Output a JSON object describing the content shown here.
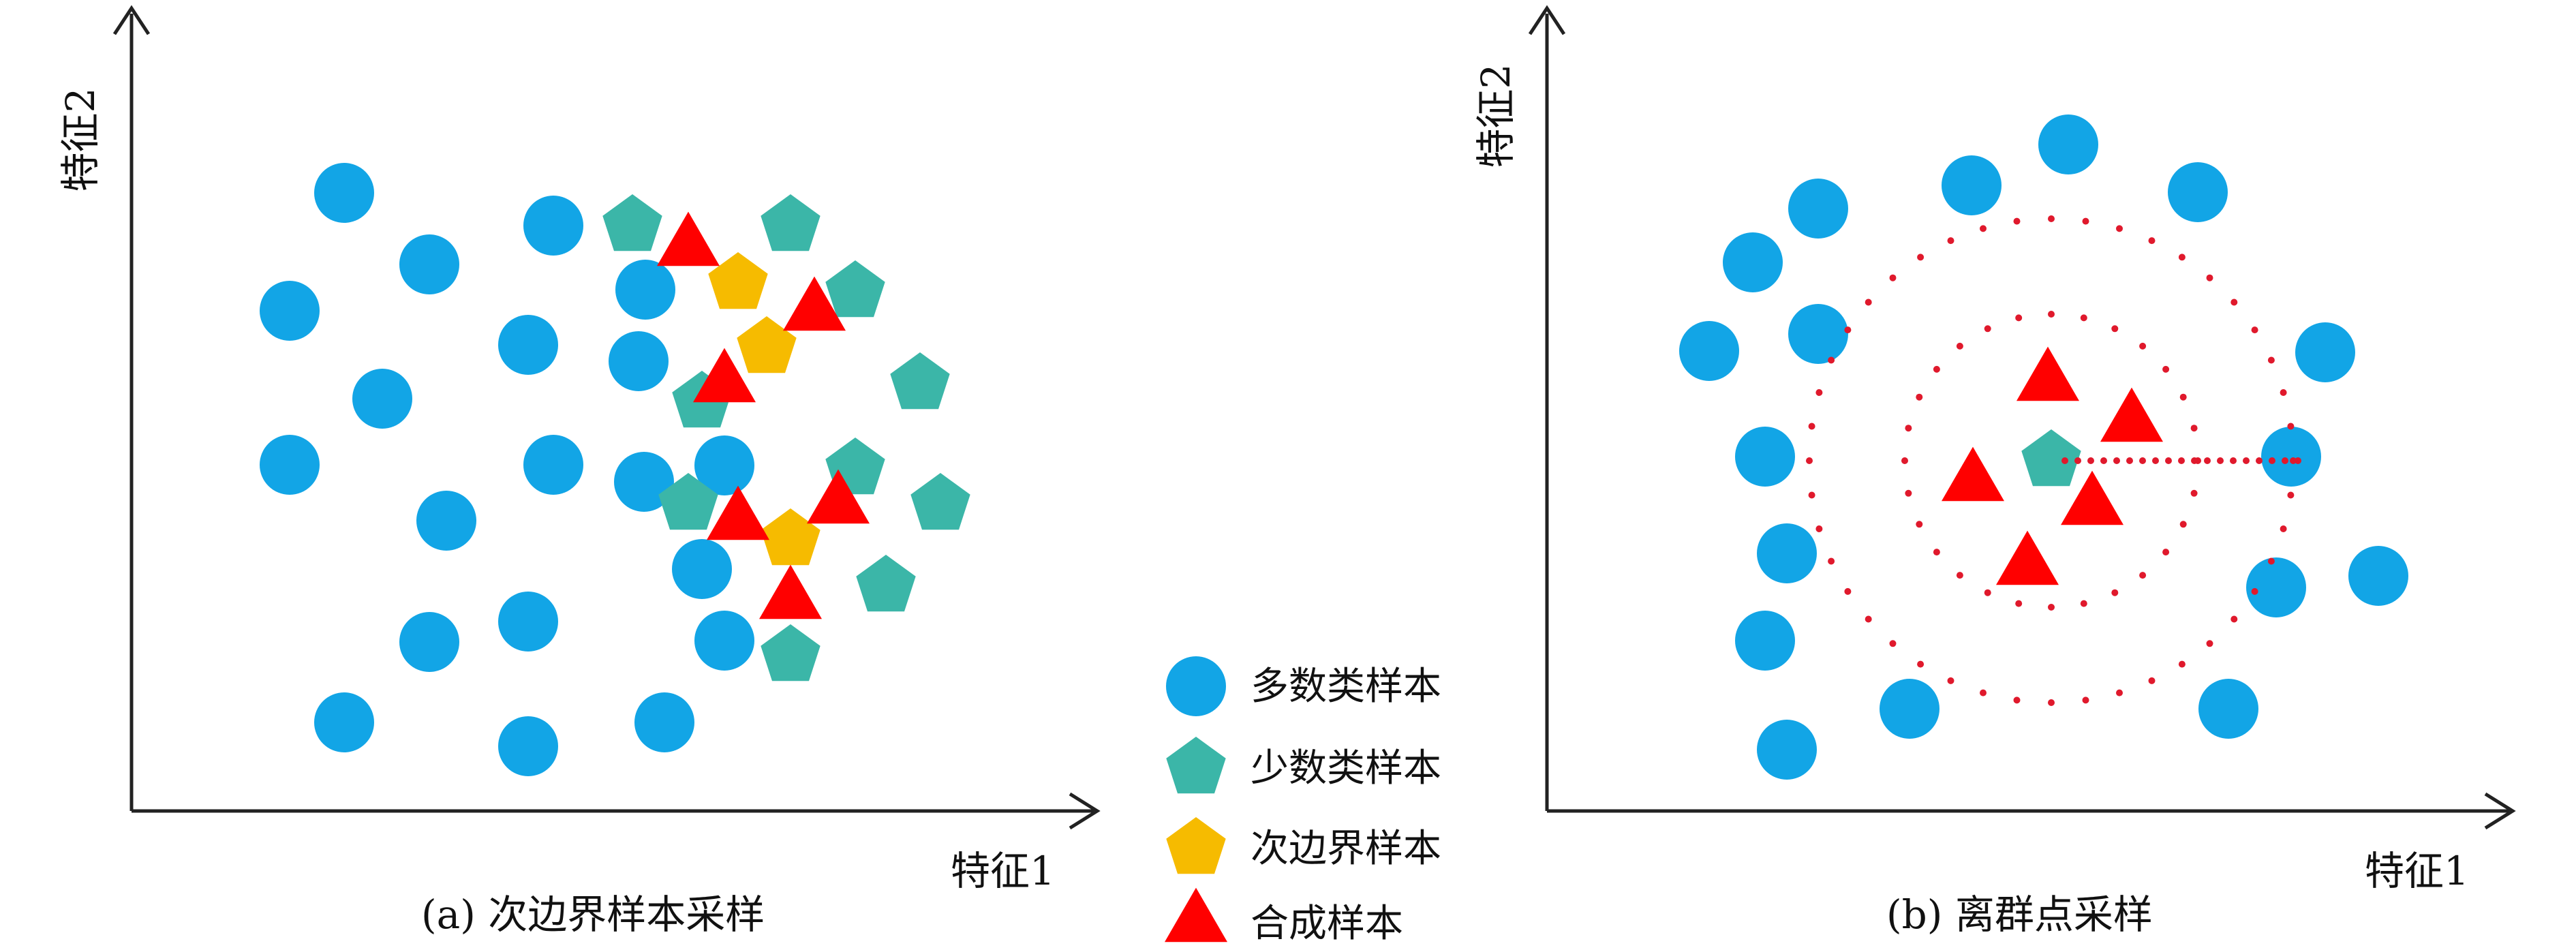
{
  "colors": {
    "majority": "#12a5e6",
    "minority": "#3bb6a8",
    "sub_border": "#f6bb00",
    "synthetic": "#ff0000",
    "axis": "#222222",
    "dotted_circle": "#e0192c"
  },
  "legend": {
    "majority_label": "多数类样本",
    "minority_label": "少数类样本",
    "sub_border_label": "次边界样本",
    "synthetic_label": "合成样本"
  },
  "panel_a": {
    "caption": "(a) 次边界样本采样",
    "y_axis_label": "特征2",
    "x_axis_label": "特征1"
  },
  "panel_b": {
    "caption": "(b) 离群点采样",
    "y_axis_label": "特征2",
    "x_axis_label": "特征1"
  }
}
